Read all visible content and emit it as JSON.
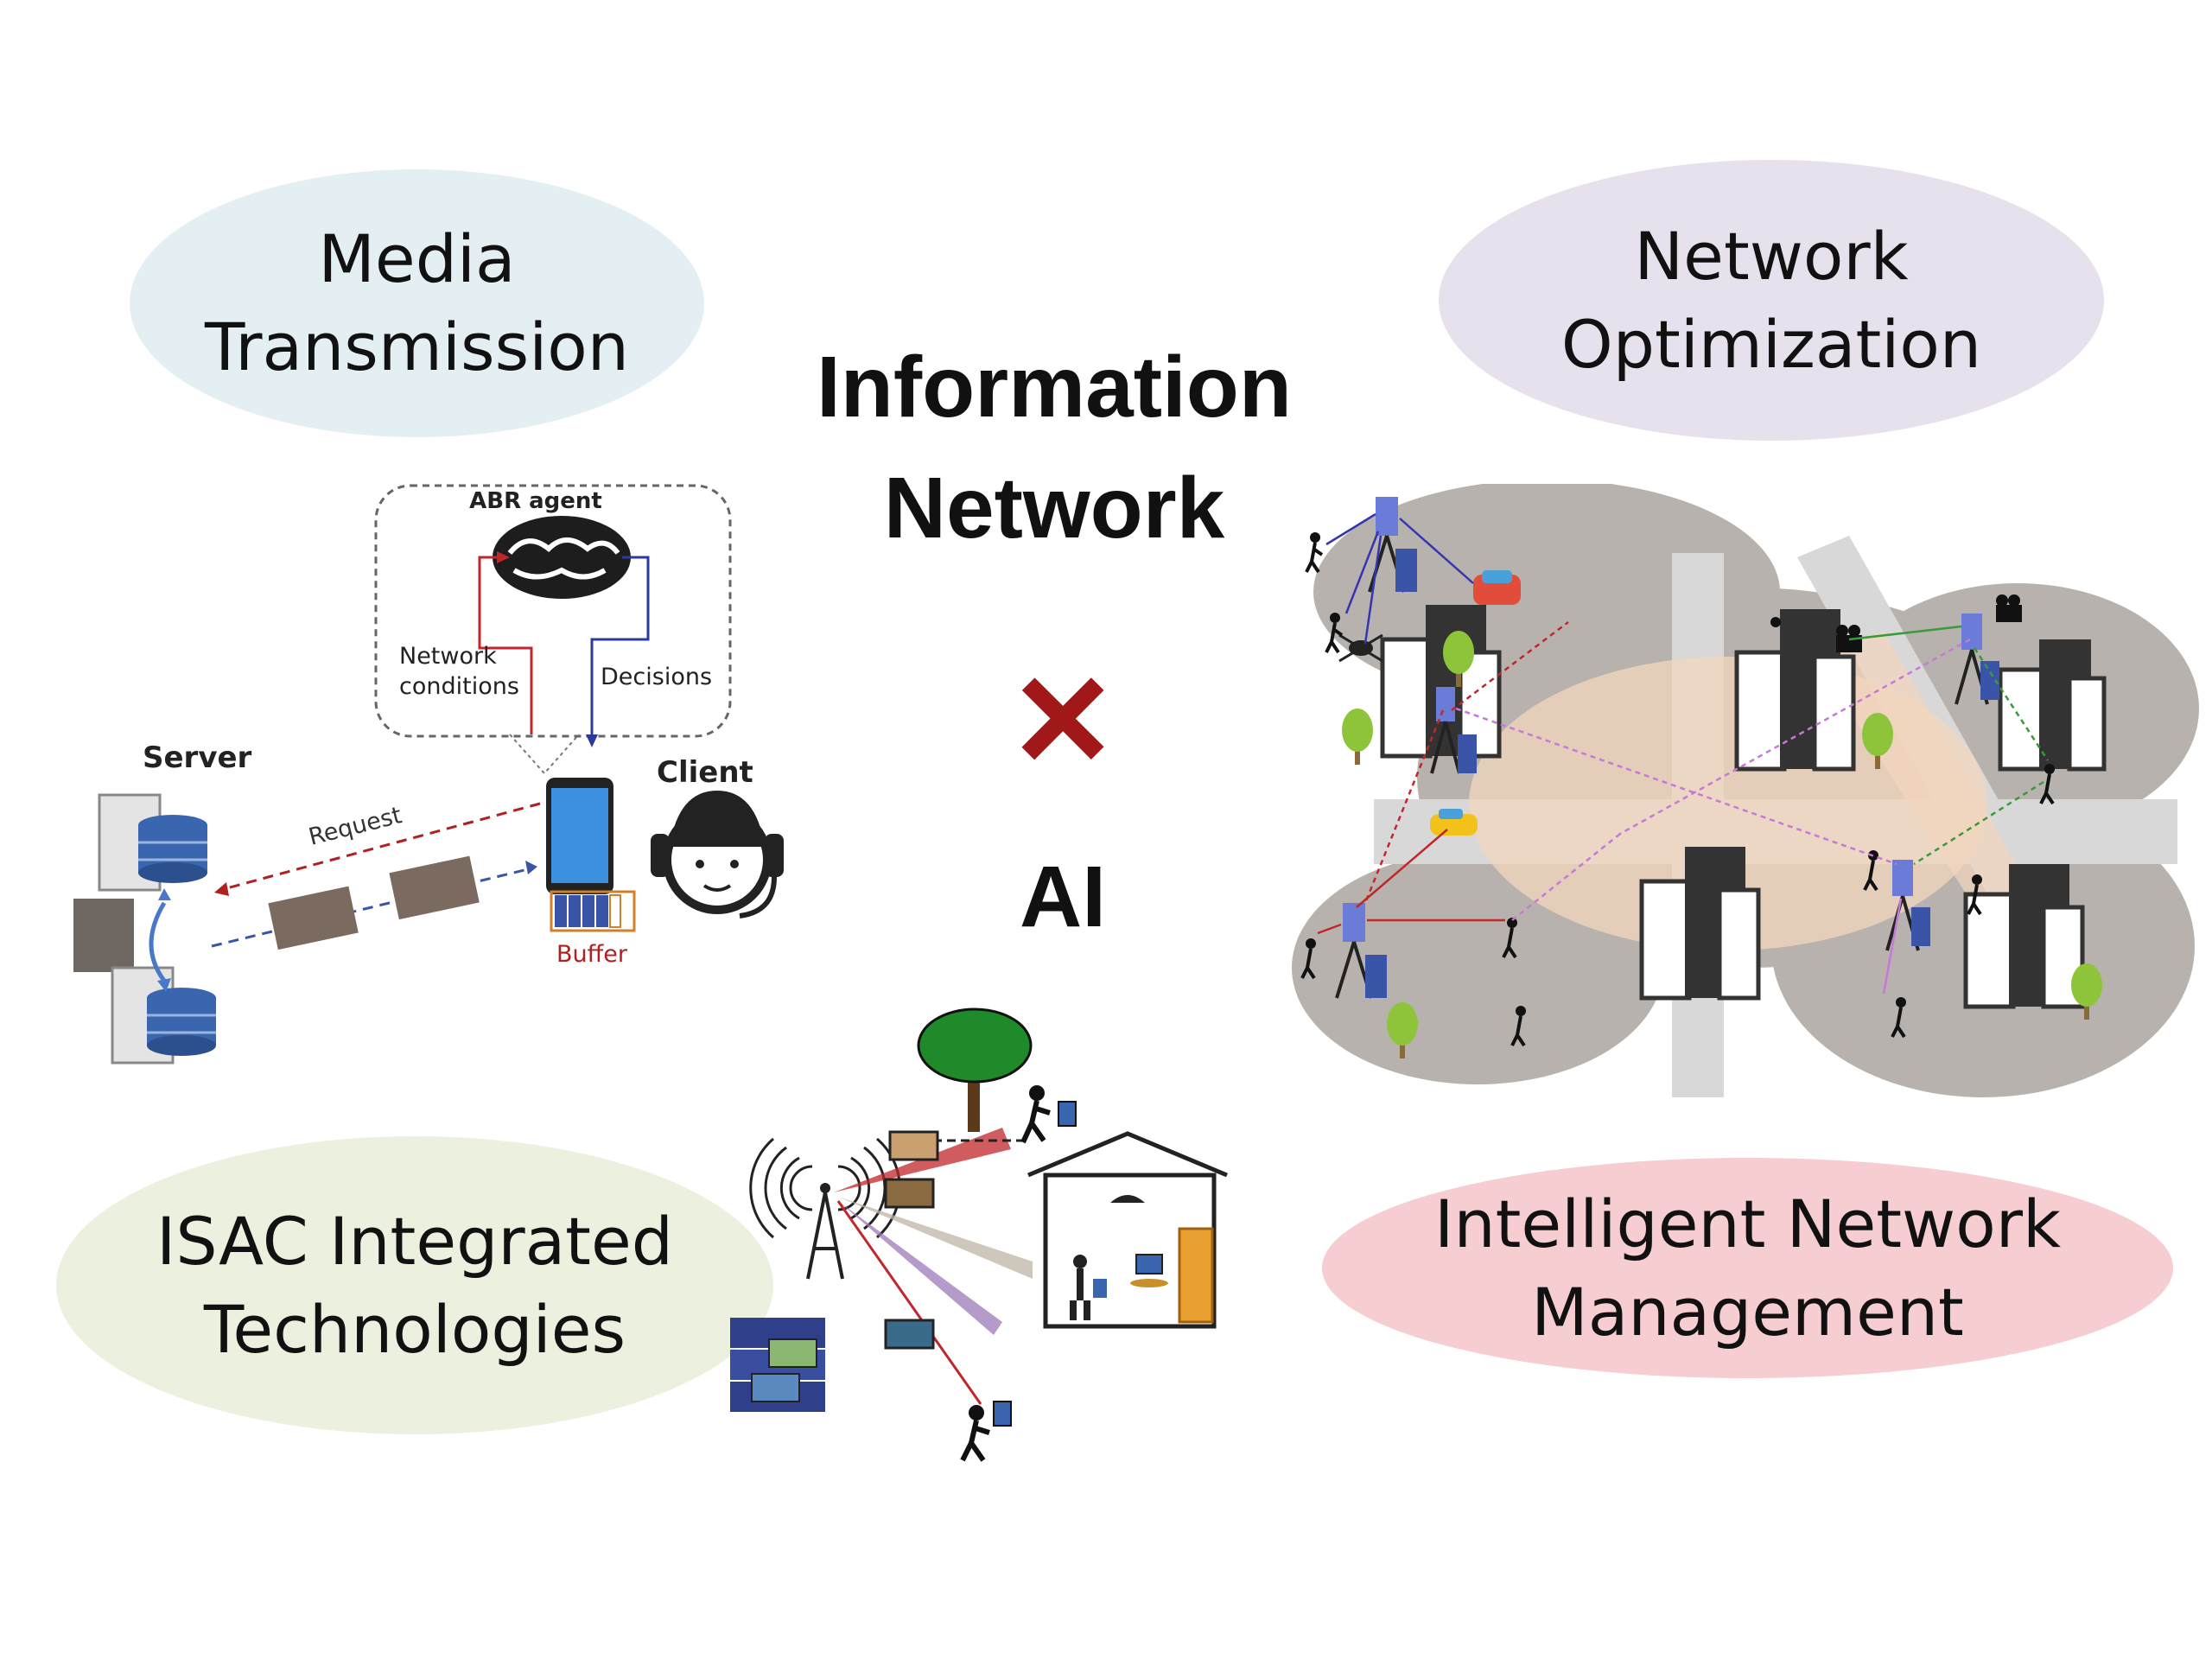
{
  "bubbles": {
    "media": {
      "line1": "Media",
      "line2": "Transmission"
    },
    "optimization": {
      "line1": "Network",
      "line2": "Optimization"
    },
    "isac": {
      "line1": "ISAC Integrated",
      "line2": "Technologies"
    },
    "management": {
      "line1": "Intelligent Network",
      "line2": "Management"
    }
  },
  "center": {
    "title_line1": "Information",
    "title_line2": "Network",
    "cross_symbol": "×",
    "ai": "AI"
  },
  "abr_diagram": {
    "agent_label": "ABR agent",
    "network_conditions_line1": "Network",
    "network_conditions_line2": "conditions",
    "decisions": "Decisions",
    "server": "Server",
    "client": "Client",
    "request": "Request",
    "buffer": "Buffer"
  },
  "colors": {
    "media_bubble": "#e4eff3",
    "optimization_bubble": "#e6e1ec",
    "isac_bubble": "#ebf0df",
    "management_bubble": "#f6cdd0",
    "cross": "#a01818",
    "city_ground": "#b7b2ad",
    "road": "#d8d8d8",
    "road_overlay": "#f3d6bd"
  }
}
